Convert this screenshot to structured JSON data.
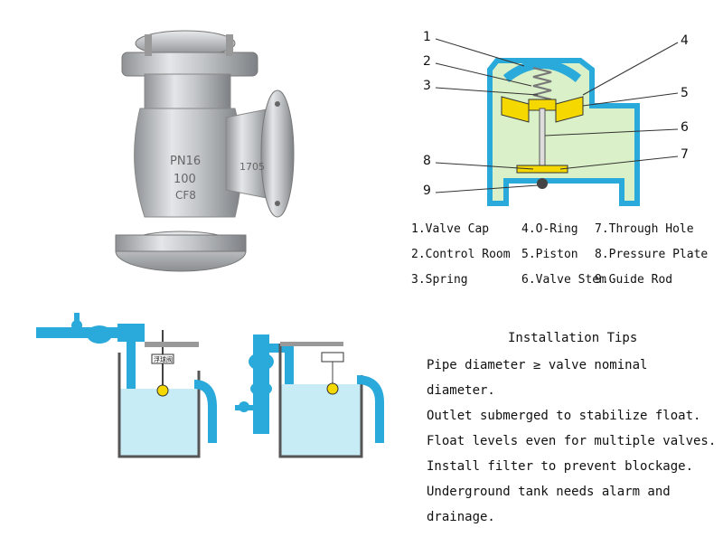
{
  "photo": {
    "body_markings": [
      "PN16",
      "100",
      "CF8"
    ],
    "flange_marking": "1705"
  },
  "callouts": [
    "1",
    "2",
    "3",
    "4",
    "5",
    "6",
    "7",
    "8",
    "9"
  ],
  "parts": [
    "1.Valve Cap",
    "4.O-Ring",
    "7.Through Hole",
    "2.Control Room",
    "5.Piston",
    "8.Pressure Plate",
    "3.Spring",
    "6.Valve Stem",
    "9.Guide Rod"
  ],
  "float_tag": "浮球阀",
  "tips": {
    "title": "Installation Tips",
    "lines": [
      "Pipe diameter ≥ valve nominal",
      "diameter.",
      "Outlet submerged to stabilize float.",
      "Float levels even for multiple valves.",
      "Install filter to prevent blockage.",
      "Underground tank needs alarm and",
      "drainage."
    ]
  },
  "colors": {
    "valve_blue": "#2aa9db",
    "water": "#c8ecf6",
    "yellow": "#f4d800",
    "tank_wall": "#555555",
    "steel": "#c9cbcd"
  }
}
